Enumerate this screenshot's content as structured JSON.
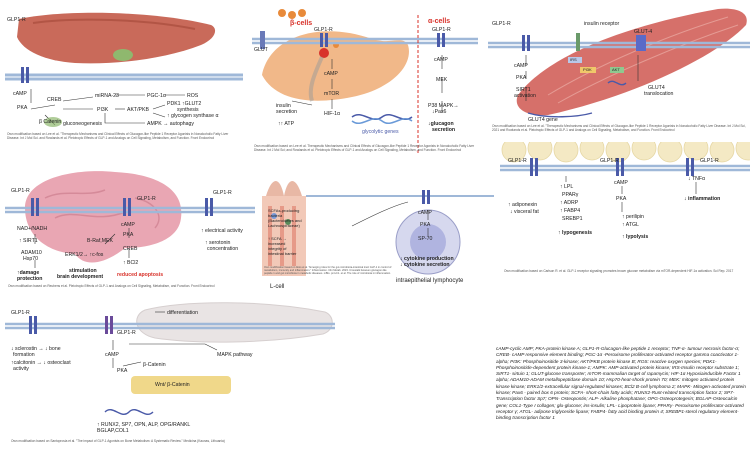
{
  "colors": {
    "membrane": "#9fb8d8",
    "receptor": "#4a5aa8",
    "liver": "#c96a5a",
    "pancreas": "#f1b889",
    "brain": "#e9a6b3",
    "muscle": "#d6706a",
    "fat": "#f4e9c4",
    "gut": "#e8b8a5",
    "bone": "#e9e4e4",
    "arrow": "#333333",
    "accent_red": "#d8322a"
  },
  "panels": {
    "liver": {
      "labels": {
        "receptor": "GLP1-R",
        "camp": "cAMP",
        "pka": "PKA",
        "creb": "CREB",
        "beta_catenin": "β Catenin",
        "mirna": "miRNA-23",
        "pgc": "PGC-1α",
        "ros": "ROS",
        "pi3k": "PI3K",
        "akt": "AKT/PKB",
        "pdk1": "PDK1 ↑GLUT2",
        "synthesis": "synthesis",
        "glycogen": "↑ glycogen synthase α",
        "gluconeo": "gluconeogenesis",
        "ampk": "AMPK → autophagy"
      },
      "caption": "Own modification based on Lee et al. \"Therapeutic Mechanisms and Clinical Effects of Glucagon-like Peptide 1 Receptor Agonists in Nonalcoholic Fatty Liver Disease. Int J Mol Sci. and Rowlands et al. Pleiotropic Effects of GLP-1 and Analogs on Cell Signaling, Metabolism, and Function. Front Endocrinol"
    },
    "pancreas": {
      "labels": {
        "beta": "β-cells",
        "alpha": "α-cells",
        "glut": "GLUT",
        "r1": "GLP1-R",
        "r2": "GLP1-R",
        "camp1": "cAMP",
        "camp2": "cAMP",
        "mtor": "mTOR",
        "hif": "HIF-1α",
        "insulin": "insulin",
        "secretion": "secretion",
        "atp": "↑↑ ATP",
        "glycolytic": "glycolytic genes",
        "mek": "MEK",
        "p38": "P38 MAPK→",
        "pax6": "↓Pax6",
        "glucagon": "↓glucagon",
        "glucagon2": "secretion"
      },
      "caption": "Own modification based on Lee et al. Therapeutic Mechanisms and Clinical Effects of Glucagon-like Peptide 1 Receptor Agonists in Nonalcoholic Fatty Liver Disease. Int J Mol Sci; and Rowlands et al. Pleiotropic Effects of GLP-1 and Analogs on Cell Signaling, Metabolism, and Function. Front Endocrinol"
    },
    "muscle": {
      "labels": {
        "receptor": "GLP1-R",
        "insulin_receptor": "insulin receptor",
        "camp": "cAMP",
        "pka": "PKA",
        "sirt": "SIRT1",
        "activation": "activation",
        "glut4": "GLUT-4",
        "glut4t": "GLUT4",
        "translocation": "translocation",
        "gene": "GLUT4 gene",
        "irs": "IRS",
        "pi3k": "PI3K",
        "akt": "AKT"
      },
      "caption": "Own modification based on Lee et al. \"Therapeutic Mechanisms and Clinical Effects of Glucagon-like Peptide 1 Receptor Agonists in Nonalcoholic Fatty Liver Disease. Int J Mol Sci, 2021 and Rowlands et al. Pleiotropic Effects of GLP-1 and Analogs on Cell Signaling, Metabolism, and Function. Front Endocrinol"
    },
    "brain": {
      "labels": {
        "r1": "GLP1-R",
        "r2": "GLP1-R",
        "r3": "GLP1-R",
        "nad": "NAD+/NADH",
        "sirt": "↑ SIRT1",
        "adam": "ADAM10",
        "hsp": "Hsp70",
        "damage": "↑damage",
        "protection": "protection",
        "camp": "cAMP",
        "braf": "B-Raf,MEK",
        "pka": "PKA",
        "erk": "ERK1/2→ ↑c-fos",
        "creb": "CREB",
        "bcl": "↑ BCl2",
        "stim": "stimulation",
        "dev": "brain development",
        "apop": "reduced apoptosis",
        "elec": "↑ electrical activity",
        "sero": "↑ serotonin",
        "conc": "concentration"
      },
      "caption": "Own modification based on Reubens et al. Pleiotropic Effects of GLP-1 and Analogs on Cell Signaling, Metabolism, and Function. Front Endocrinol"
    },
    "gut": {
      "labels": {
        "scfa1": "SCFAs-producing",
        "scfa2": "bacteria",
        "scfa3": "(Bacteroidetes and",
        "scfa4": "Lachnospiraceae)",
        "scfa5": "↑ SCFA →",
        "scfa6": "increased",
        "scfa7": "integrity of",
        "scfa8": "intestinal barrier",
        "lcell": "L-cell",
        "camp": "cAMP",
        "pka": "PKA",
        "sp70": "SP-70",
        "cyto1": "↓ cytokine production",
        "cyto2": "↓ cytokine secretion",
        "lymph": "intraepithelial lymphocyte"
      },
      "caption": "Own modification based on Alois et al. \"Emerging roles for the gut-microbiota-intestinal tract GLP-1 in control of metabolism, immunity and inflammation.\" Inflammation. Clin Metab. 2023. Crosstalk between glucagon-like peptide 1 and gut microbiota in metabolic diseases. mBio. pmvC1. et al. The role of microbiota in inflammation."
    },
    "fat": {
      "labels": {
        "r1": "GLP1-R",
        "r2": "GLP1-R",
        "r3": "GLP1-R",
        "adipo": "↑ adiponexin",
        "visceral": "↓ visceral fat",
        "lpl": "↑ LPL",
        "ppar": "PPARγ",
        "adrp": "↑ ADRP",
        "fabp": "↑ FABP4",
        "srebp": "SREBP1",
        "lipo": "↑ lypogenesis",
        "camp": "cAMP",
        "pka": "PKA",
        "perilipin": "↑ perilipin",
        "atgl": "↑ ATGL",
        "lipolysis": "↑ lypolysis",
        "tnf": "↓ TNFα",
        "inflam": "↓ inflammation"
      },
      "caption": "Own modification based on Carlson R. et al. GLP-1 receptor signaling promotes brown glucose metabolism via mTOR-dependent HIF-1α activation. Sci Rep. 2017"
    },
    "bone": {
      "labels": {
        "r1": "GLP1-R",
        "r2": "GLP1-R",
        "diff": "differentiation",
        "scl1": "↓ sclerostin → ↓ bone",
        "scl2": "formation",
        "calc1": "↑calcitonin → ↓ osteoclast",
        "calc2": "activity",
        "camp": "cAMP",
        "mapk": "MAPK pathway",
        "pka": "PKA",
        "beta": "β-Catenin",
        "wnt": "Wnt/ β-Catenin",
        "runx1": "↑ RUNX2, SP7, OPN, ALP, OPG/RANKL",
        "runx2": "BGLAP,COL1"
      },
      "caption": "Own modification based on Santoprosia et al. \"The impact of GLP-1 Agonists on Bone Metabolism: A Systematic Review.\" Medicina (Kaunas, Lithuania)"
    }
  },
  "legend": "cAMP-cyclic AMP; PKA-protein kinase A; GLP1-R-Glucagon-like peptide 1 receptor; TNF-α- tumour necrosis factor-α; CREB- cAMP responsive element binding; PGC-1α -Peroxisome proliferator-activated receptor gamma coactivator 1-alpha; PI3K: Phosphoinositide 3-kinase; AKT/PKB protein kinase B; ROS: reactive oxygen species; PDK1-Phosphoinositide-dependent protein kinase-1; AMPK: AMP-activated protein kinase; IRS-Insulin receptor substrate 1; SIRT1- sirtuin 1; GLUT-glucose transporter; mTOR-mammalian target of rapamycin; HIF-1α Hypoxiainducible Factor 1 alpha; ADAM10-ADAM metallopeptidase domain 10; Hsp70-heat-shock protein 70; MEK: mitogen activated protein kinase kinase; ERK1/2-extracellular signal-regulated kinases; BCl2 B-cell lymphoma 2; MAPK- Mitogen-activated protein kinase; Pax6 - paired box 6 protein; SCFA- short-chain fatty acids; RUNX2-Runt-related transcription factor 2; SP7- Transcription factor Sp7; OPN- Osteopontin; ALP- Alkaline phosphatase; OPG-Osteoprotegerin; BGLAP-Osteocalcin gene; COL1-Type I collagen; glu-glucose; ins-insulin; LPL- Lipoprotein lipase; PPARγ- Peroxisome proliferator-activated receptor γ; ATGL- adipose triglyceride lipase; FABP4- fatty acid binding protein 4; SREBP1-sterol regulatory element-binding transcription factor 1"
}
